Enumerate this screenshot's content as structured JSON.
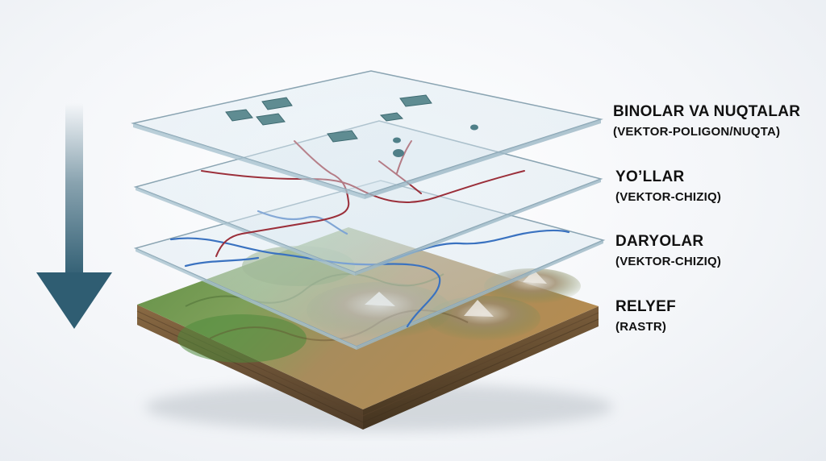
{
  "layers": [
    {
      "title": "BINOLAR VA NUQTALAR",
      "subtitle": "(VEKTOR-POLIGON/NUQTA)"
    },
    {
      "title": "YO’LLAR",
      "subtitle": "(VEKTOR-CHIZIQ)"
    },
    {
      "title": "DARYOLAR",
      "subtitle": "(VEKTOR-CHIZIQ)"
    },
    {
      "title": "RELYEF",
      "subtitle": "(RASTR)"
    }
  ],
  "colors": {
    "arrow": "#2f5d72",
    "road": "#9b2f3a",
    "river": "#3a72c0",
    "building": "#5f8c92",
    "terrain_green": "#6f9a52",
    "terrain_brown": "#9a7a4e",
    "soil": "#6b5236",
    "glass_edge": "#8aa4b2"
  },
  "icons": [
    "down-arrow-icon"
  ]
}
